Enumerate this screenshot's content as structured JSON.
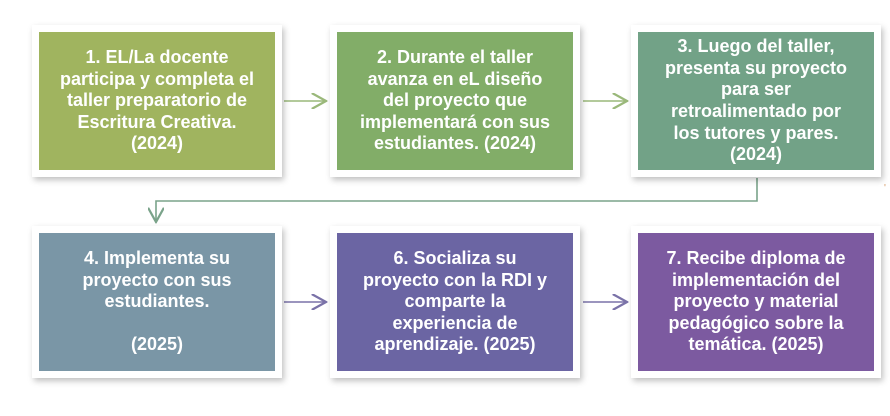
{
  "steps": [
    {
      "text": "1. EL/La docente\nparticipa y completa el\ntaller preparatorio de\nEscritura Creativa.\n(2024)",
      "color": "#a0b45f"
    },
    {
      "text": "2. Durante el taller\navanza en eL diseño\ndel proyecto que\nimplementará con sus\nestudiantes. (2024)",
      "color": "#82ad68"
    },
    {
      "text": "3. Luego del taller,\npresenta su proyecto\npara ser\nretroalimentado por\nlos tutores y pares.\n(2024)",
      "color": "#72a287"
    },
    {
      "text": "4. Implementa su\nproyecto con sus\nestudiantes.\n\n(2025)",
      "color": "#7a96a6"
    },
    {
      "text": "6. Socializa su\nproyecto con la RDI y\ncomparte la\nexperiencia de\naprendizaje. (2025)",
      "color": "#6b65a3"
    },
    {
      "text": "7. Recibe diploma de\nimplementación del\nproyecto y material\npedagógico sobre la\ntemática. (2025)",
      "color": "#7c5aa0"
    }
  ],
  "colors": {
    "arrow_row1": "#9ab87a",
    "arrow_row2": "#7a72a8",
    "connector": "#7aa38a"
  }
}
